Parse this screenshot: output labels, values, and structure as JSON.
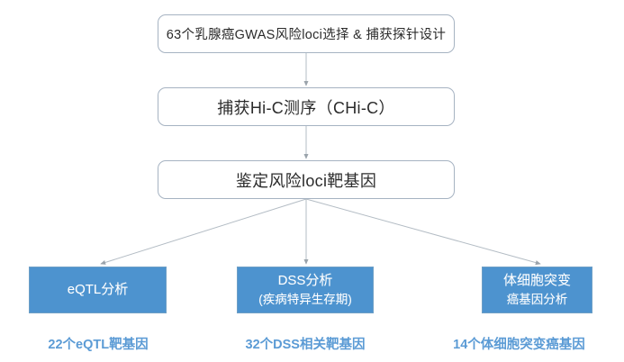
{
  "diagram": {
    "title": "Breast cancer GWAS risk loci CHi-C workflow",
    "accent_blue_fill": "#4d93cf",
    "label_blue": "#5b9bd5",
    "box_outline": "#a6b3c2",
    "connector_color": "#9aa3ab",
    "background": "#ffffff",
    "steps": [
      {
        "id": "capture-design",
        "text": "63个乳腺癌GWAS风险loci选择 & 捕获探针设计"
      },
      {
        "id": "chic",
        "text": "捕获Hi-C测序（CHi-C）"
      },
      {
        "id": "target-genes",
        "text": "鉴定风险loci靶基因"
      }
    ],
    "analyses": [
      {
        "id": "eqtl",
        "line1": "eQTL分析",
        "line2": "",
        "result": "22个eQTL靶基因"
      },
      {
        "id": "dss",
        "line1": "DSS分析",
        "line2": "(疾病特异生存期)",
        "result": "32个DSS相关靶基因"
      },
      {
        "id": "somatic",
        "line1": "体细胞突变",
        "line2": "癌基因分析",
        "result": "14个体细胞突变癌基因"
      }
    ],
    "connectors": [
      {
        "id": "step1-to-step2",
        "from": "capture-design",
        "to": "chic",
        "style": "vertical-arrow"
      },
      {
        "id": "step2-to-step3",
        "from": "chic",
        "to": "target-genes",
        "style": "vertical-arrow"
      },
      {
        "id": "step3-to-eqtl",
        "from": "target-genes",
        "to": "eqtl",
        "style": "diagonal-arrow"
      },
      {
        "id": "step3-to-dss",
        "from": "target-genes",
        "to": "dss",
        "style": "vertical-arrow"
      },
      {
        "id": "step3-to-somatic",
        "from": "target-genes",
        "to": "somatic",
        "style": "diagonal-arrow"
      }
    ]
  }
}
